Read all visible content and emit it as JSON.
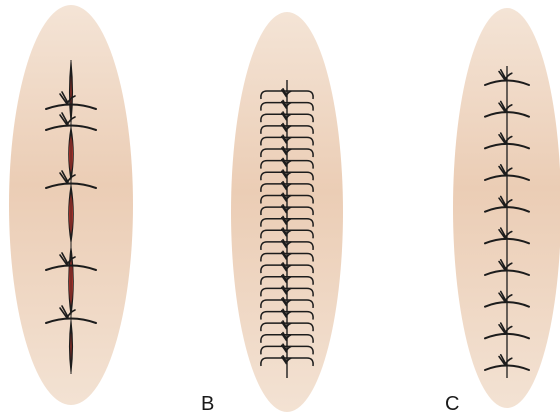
{
  "panels": [
    {
      "id": "a",
      "label": "",
      "stitches": 5,
      "style": "interrupted-gapped"
    },
    {
      "id": "b",
      "label": "B",
      "stitches": 24,
      "style": "dense-continuous"
    },
    {
      "id": "c",
      "label": "C",
      "stitches": 10,
      "style": "interrupted-closed"
    }
  ],
  "colors": {
    "skin_edge": "#f4e4d6",
    "skin_mid": "#ebcdb5",
    "suture": "#1c1c1c",
    "wound": "#e03a30",
    "label": "#1a1a1a"
  }
}
